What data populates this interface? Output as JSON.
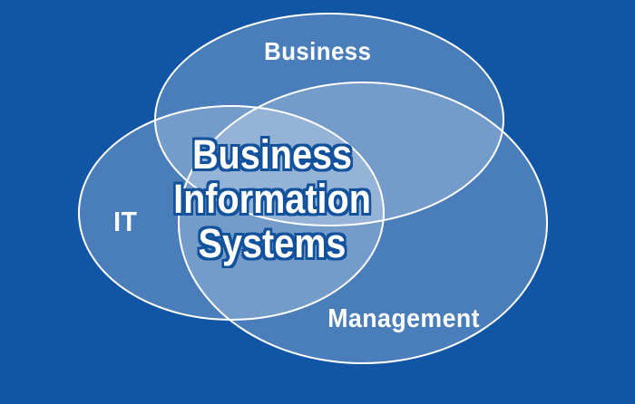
{
  "venn": {
    "center_title": {
      "lines": [
        "Business",
        "Information",
        "Systems"
      ]
    },
    "circles": [
      {
        "id": "business",
        "label": "Business"
      },
      {
        "id": "it",
        "label": "IT"
      },
      {
        "id": "management",
        "label": "Management"
      }
    ],
    "colors": {
      "background": "#1156a5",
      "ellipse_fill": "rgba(255,255,255,0.24)",
      "ellipse_border": "#ffffff",
      "label_color": "#ffffff",
      "title_color": "#ffffff",
      "title_outline": "#12519c"
    }
  }
}
